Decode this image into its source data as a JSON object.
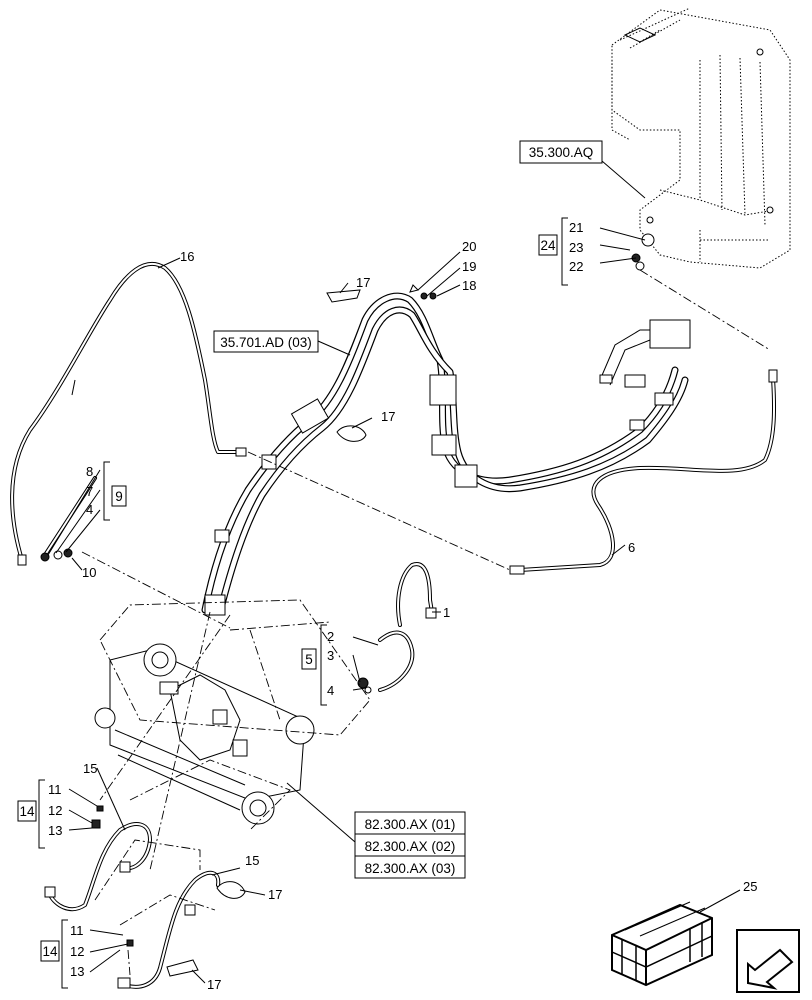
{
  "refs": {
    "r35300AQ": "35.300.AQ",
    "r35701AD": "35.701.AD (03)",
    "r82300_1": "82.300.AX (01)",
    "r82300_2": "82.300.AX (02)",
    "r82300_3": "82.300.AX (03)"
  },
  "groups": {
    "g24": "24",
    "g9": "9",
    "g5": "5",
    "g14a": "14",
    "g14b": "14"
  },
  "callouts": {
    "c1": "1",
    "c2": "2",
    "c3": "3",
    "c4a": "4",
    "c4b": "4",
    "c6": "6",
    "c7": "7",
    "c8": "8",
    "c10": "10",
    "c11a": "11",
    "c11b": "11",
    "c12a": "12",
    "c12b": "12",
    "c13a": "13",
    "c13b": "13",
    "c15a": "15",
    "c15b": "15",
    "c16": "16",
    "c17a": "17",
    "c17b": "17",
    "c17c": "17",
    "c17d": "17",
    "c18": "18",
    "c19": "19",
    "c20": "20",
    "c21": "21",
    "c22": "22",
    "c23": "23",
    "c25": "25"
  },
  "icons": {
    "crate": "parts-crate-icon",
    "nav": "previous-page-arrow-icon"
  }
}
